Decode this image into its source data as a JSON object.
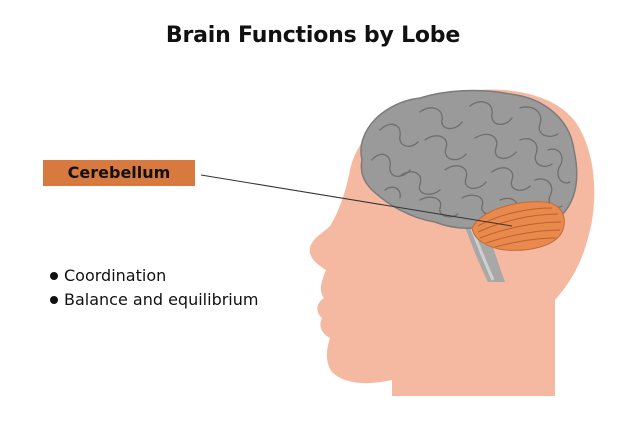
{
  "title": "Brain Functions by Lobe",
  "highlight_label": "Cerebellum",
  "bullets": [
    "Coordination",
    "Balance and equilibrium"
  ],
  "colors": {
    "skin": "#f5b9a2",
    "brain": "#9a9a9a",
    "brain_lines": "#6f6f6f",
    "cerebellum": "#e8894e",
    "brainstem": "#a8a8a8",
    "label_box": "#d8793f",
    "text": "#111111"
  }
}
